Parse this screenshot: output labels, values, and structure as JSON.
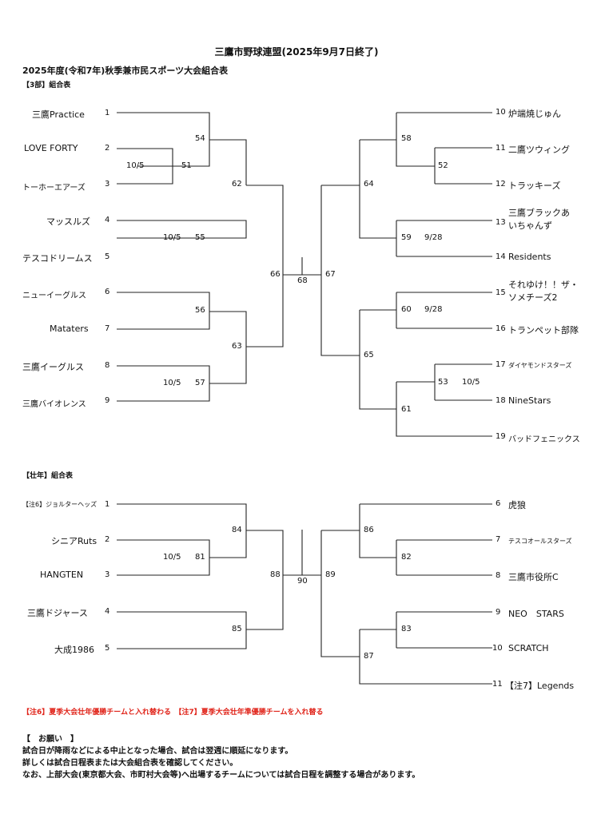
{
  "header": {
    "title": "三鷹市野球連盟(2025年9月7日終了)",
    "subtitle": "2025年度(令和7年)秋季兼市民スポーツ大会組合表"
  },
  "division3": {
    "label": "【3部】組合表",
    "left_teams": [
      {
        "num": "1",
        "name": "三鷹Practice"
      },
      {
        "num": "2",
        "name": "LOVE FORTY"
      },
      {
        "num": "3",
        "name": "トーホーエアーズ"
      },
      {
        "num": "4",
        "name": "マッスルズ"
      },
      {
        "num": "5",
        "name": "テスコドリームス"
      },
      {
        "num": "6",
        "name": "ニューイーグルス"
      },
      {
        "num": "7",
        "name": "Mataters"
      },
      {
        "num": "8",
        "name": "三鷹イーグルス"
      },
      {
        "num": "9",
        "name": "三鷹バイオレンス"
      }
    ],
    "right_teams": [
      {
        "num": "10",
        "name": "炉端焼じゅん"
      },
      {
        "num": "11",
        "name": "二鷹ツウィング"
      },
      {
        "num": "12",
        "name": "トラッキーズ"
      },
      {
        "num": "13",
        "name": "三鷹ブラックあいちゃんず"
      },
      {
        "num": "14",
        "name": "Residents"
      },
      {
        "num": "15",
        "name": "それゆけ！！ザ・ソメチーズ2"
      },
      {
        "num": "16",
        "name": "トランペット部隊"
      },
      {
        "num": "17",
        "name": "ダイヤモンドスターズ"
      },
      {
        "num": "18",
        "name": "NineStars"
      },
      {
        "num": "19",
        "name": "バッドフェニックス"
      }
    ],
    "match_numbers": [
      "51",
      "52",
      "53",
      "54",
      "55",
      "56",
      "57",
      "58",
      "59",
      "60",
      "61",
      "62",
      "63",
      "64",
      "65",
      "66",
      "67",
      "68"
    ],
    "dates": [
      "10/5",
      "10/5",
      "10/5",
      "9/28",
      "9/28",
      "10/5"
    ]
  },
  "masters": {
    "label": "【壮年】組合表",
    "left_teams": [
      {
        "num": "1",
        "name": "【注6】ジョルターヘッズ"
      },
      {
        "num": "2",
        "name": "シニアRuts"
      },
      {
        "num": "3",
        "name": "HANGTEN"
      },
      {
        "num": "4",
        "name": "三鷹ドジャース"
      },
      {
        "num": "5",
        "name": "大成1986"
      }
    ],
    "right_teams": [
      {
        "num": "6",
        "name": "虎狼"
      },
      {
        "num": "7",
        "name": "テスコオールスターズ"
      },
      {
        "num": "8",
        "name": "三鷹市役所C"
      },
      {
        "num": "9",
        "name": "NEO　STARS"
      },
      {
        "num": "10",
        "name": "SCRATCH"
      },
      {
        "num": "11",
        "name": "【注7】Legends"
      }
    ],
    "match_numbers": [
      "81",
      "82",
      "83",
      "84",
      "85",
      "86",
      "87",
      "88",
      "89",
      "90"
    ],
    "dates": [
      "10/5"
    ]
  },
  "notes": "【注6】夏季大会壮年優勝チームと入れ替わる　【注7】夏季大会壮年準優勝チームを入れ替る",
  "request": {
    "heading": "【　お願い　】",
    "lines": [
      "試合日が降雨などによる中止となった場合、試合は翌週に順延になります。",
      "詳しくは試合日程表または大会組合表を確認してください。",
      "なお、上部大会(東京都大会、市町村大会等)へ出場するチームについては試合日程を調整する場合があります。"
    ]
  }
}
